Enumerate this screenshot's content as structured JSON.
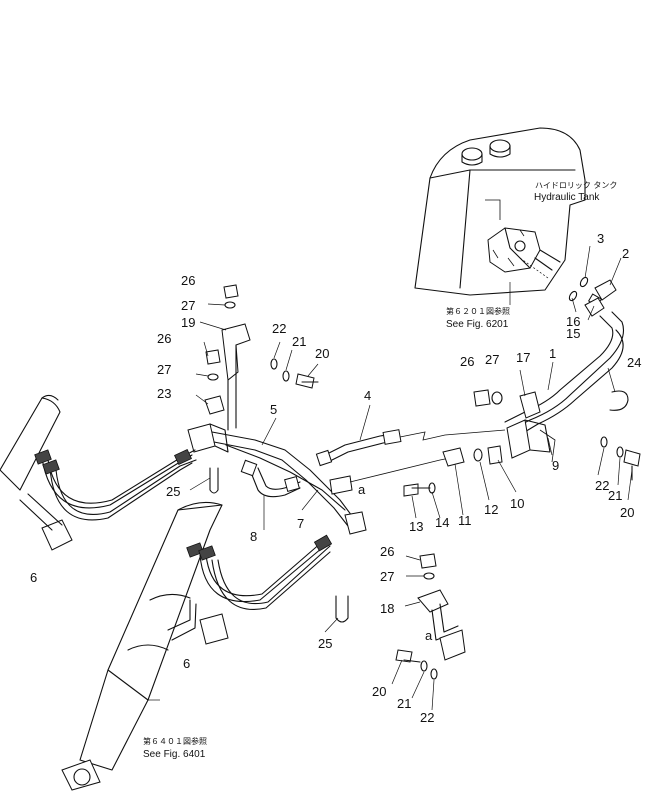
{
  "colors": {
    "ink": "#111111",
    "paper": "#ffffff"
  },
  "notes": {
    "tank_jp": "ハイドロリック タンク",
    "tank_en": "Hydraulic Tank",
    "fig6201_jp": "第６２０１図参照",
    "fig6201_en": "See Fig. 6201",
    "fig6401_jp": "第６４０１図参照",
    "fig6401_en": "See Fig. 6401"
  },
  "labels": {
    "p1": "1",
    "p2": "2",
    "p3": "3",
    "p4": "4",
    "p5": "5",
    "p6a": "6",
    "p6b": "6",
    "p7": "7",
    "p8": "8",
    "p9": "9",
    "p10": "10",
    "p11": "11",
    "p12": "12",
    "p13": "13",
    "p14": "14",
    "p15": "15",
    "p16": "16",
    "p17": "17",
    "p18": "18",
    "p19": "19",
    "p20a": "20",
    "p20b": "20",
    "p20c": "20",
    "p21a": "21",
    "p21b": "21",
    "p21c": "21",
    "p22a": "22",
    "p22b": "22",
    "p22c": "22",
    "p23": "23",
    "p24": "24",
    "p25a": "25",
    "p25b": "25",
    "p26a": "26",
    "p26b": "26",
    "p26c": "26",
    "p26d": "26",
    "p27a": "27",
    "p27b": "27",
    "p27c": "27",
    "p27d": "27",
    "ref_a1": "a",
    "ref_a2": "a"
  }
}
